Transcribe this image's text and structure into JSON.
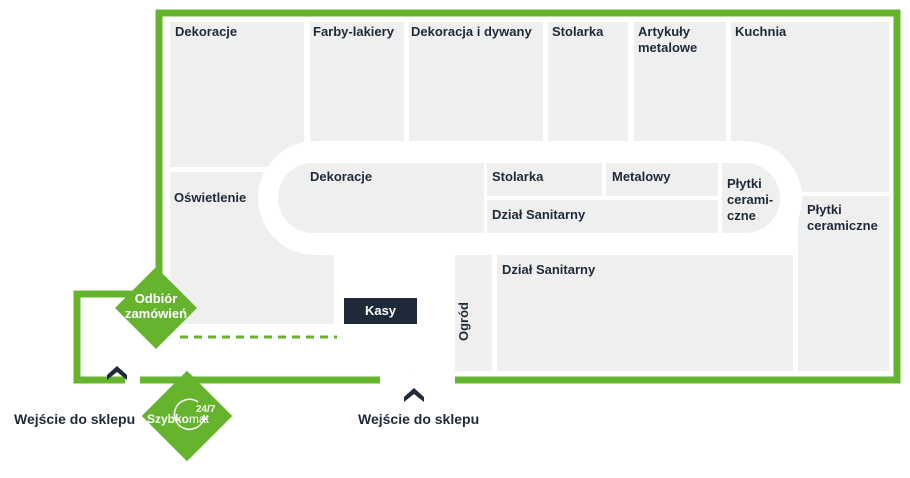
{
  "zones": {
    "dekoracje_top": "Dekoracje",
    "farby": "Farby-lakiery",
    "dekoracja_dywany": "Dekoracja i dywany",
    "stolarka_top": "Stolarka",
    "artykuly_1": "Artykuły",
    "artykuly_2": "metalowe",
    "kuchnia": "Kuchnia",
    "oswietlenie": "Oświetlenie",
    "dekoracje_inner": "Dekoracje",
    "stolarka_inner": "Stolarka",
    "metalowy": "Metalowy",
    "dzial_sanitarny_inner": "Dział Sanitarny",
    "plytki_inner_1": "Płytki",
    "plytki_inner_2": "cerami-",
    "plytki_inner_3": "czne",
    "plytki_right_1": "Płytki",
    "plytki_right_2": "ceramiczne",
    "dzial_sanitarny_low": "Dział Sanitarny",
    "ogrod": "Ogród",
    "kasy": "Kasy"
  },
  "pickup": {
    "line1": "Odbiór",
    "line2": "zamówień"
  },
  "entrances": {
    "left": "Wejście do sklepu",
    "right": "Wejście do sklepu"
  },
  "szybkomat": {
    "brand_bold": "Szybko",
    "brand_light": "mat",
    "hours": "24/7"
  },
  "colors": {
    "green": "#66b32e",
    "dark": "#1e2a3a",
    "zone": "#efefef"
  }
}
